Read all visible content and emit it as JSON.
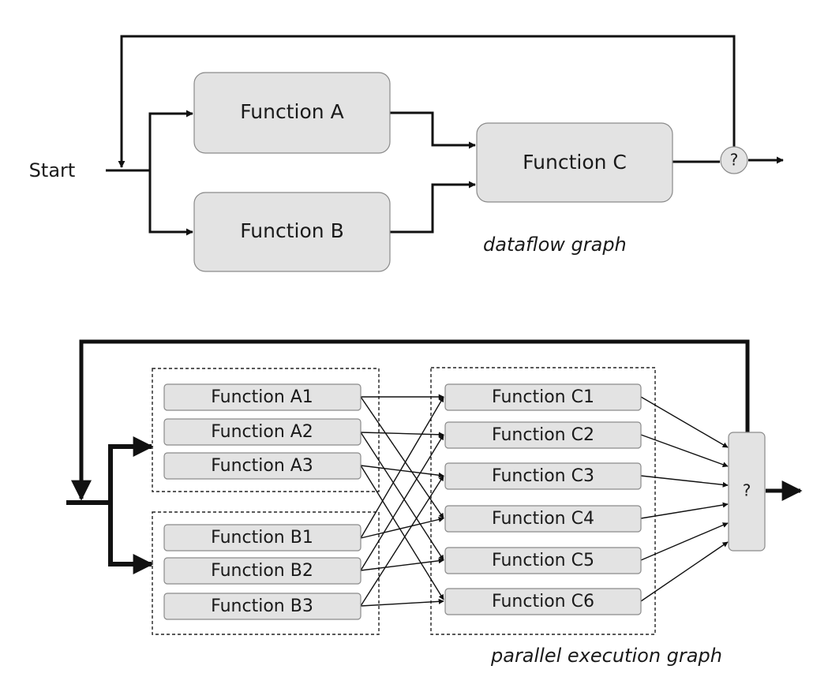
{
  "dataflow": {
    "start_label": "Start",
    "nodes": {
      "a": "Function A",
      "b": "Function B",
      "c": "Function C"
    },
    "decision_label": "?",
    "caption": "dataflow graph"
  },
  "parallel": {
    "group_a": [
      "Function A1",
      "Function A2",
      "Function A3"
    ],
    "group_b": [
      "Function B1",
      "Function B2",
      "Function B3"
    ],
    "group_c": [
      "Function C1",
      "Function C2",
      "Function C3",
      "Function C4",
      "Function C5",
      "Function C6"
    ],
    "decision_label": "?",
    "caption": "parallel execution graph"
  },
  "colors": {
    "node_fill": "#e3e3e3",
    "node_stroke": "#8a8a8a",
    "line": "#111111"
  }
}
